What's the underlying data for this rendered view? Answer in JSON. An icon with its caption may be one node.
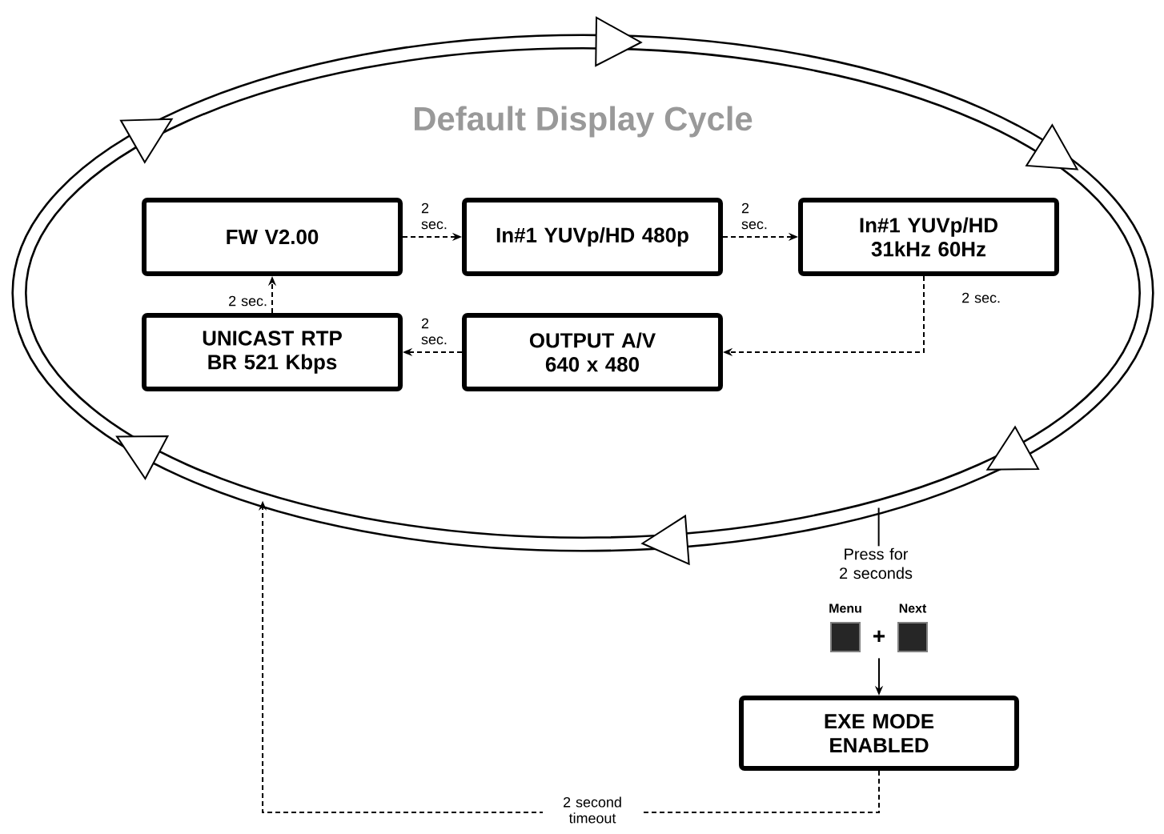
{
  "diagram": {
    "nodes": [
      {
        "text": [
          "Default Display Cycle"
        ]
      },
      {
        "text": [
          "FW V2.00"
        ],
        "in": 0
      },
      {
        "text": [
          "In#1 YUVp/HD 480p"
        ],
        "in": 0
      },
      {
        "text": [
          "In#1 YUVp/HD 31kHz 60Hz"
        ],
        "in": 0
      },
      {
        "text": [
          "OUTPUT A/V 640 x 480"
        ],
        "in": 0
      },
      {
        "text": [
          "UNICAST RTP BR 521 Kbps"
        ],
        "in": 0
      },
      {
        "text": [
          "Press for 2 seconds"
        ]
      },
      {
        "text": [
          "Menu",
          "Next"
        ]
      },
      {
        "text": [
          "EXE MODE ENABLED"
        ]
      }
    ],
    "edges": [
      {
        "from": 1,
        "to": 2,
        "arrow": "to",
        "style": "dashed",
        "label": "2 sec."
      },
      {
        "from": 2,
        "to": 3,
        "arrow": "to",
        "style": "dashed",
        "label": "2 sec."
      },
      {
        "from": 3,
        "to": 4,
        "arrow": "to",
        "style": "dashed",
        "label": "2 sec."
      },
      {
        "from": 4,
        "to": 5,
        "arrow": "to",
        "style": "dashed",
        "label": "2 sec."
      },
      {
        "from": 5,
        "to": 1,
        "arrow": "to",
        "style": "dashed",
        "label": "2 sec."
      },
      {
        "from": 0,
        "to": 6,
        "arrow": "none"
      },
      {
        "from": 7,
        "to": 8,
        "arrow": "to"
      },
      {
        "from": 8,
        "to": 0,
        "arrow": "to",
        "style": "dashed",
        "label": "2 second timeout"
      }
    ],
    "labels": [
      "+"
    ]
  }
}
